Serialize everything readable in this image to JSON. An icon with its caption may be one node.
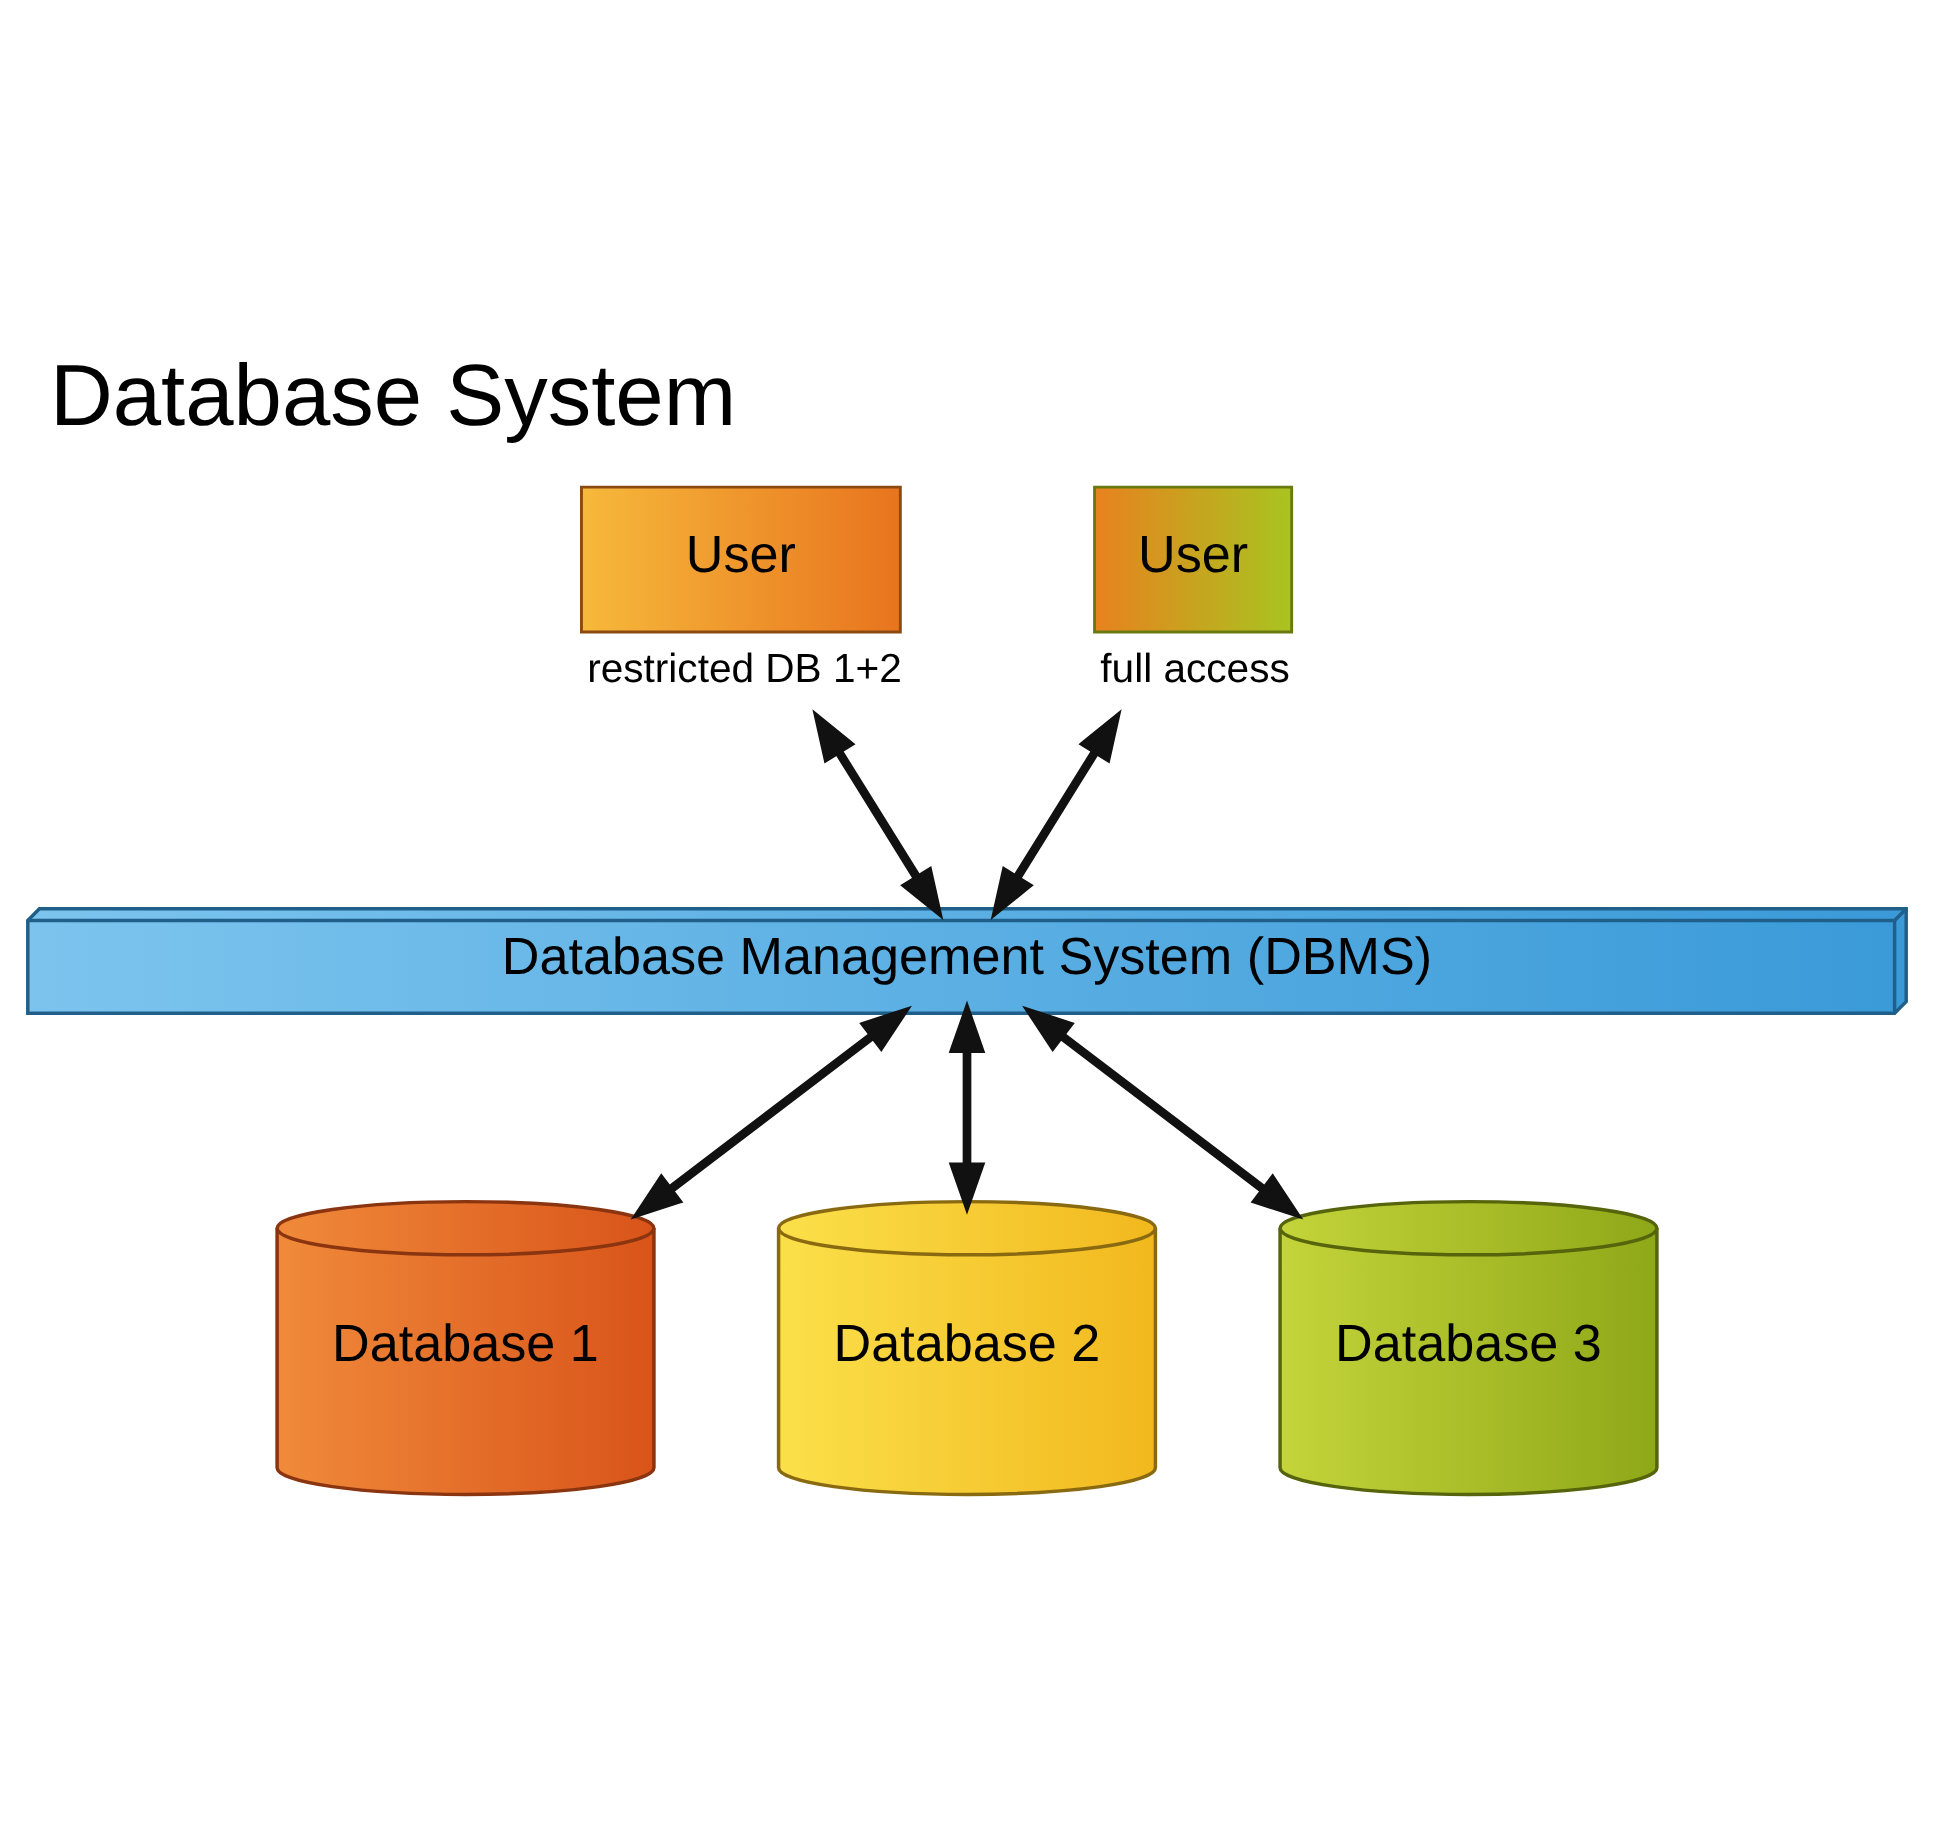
{
  "diagram": {
    "title": "Database System",
    "nodes": [
      {
        "text": [
          "User"
        ],
        "beside": [
          "restricted DB 1+2"
        ]
      },
      {
        "text": [
          "User"
        ],
        "beside": [
          "full access"
        ]
      },
      {
        "text": [
          "Database Management System (DBMS)"
        ]
      },
      {
        "text": [
          "Database 1"
        ]
      },
      {
        "text": [
          "Database 2"
        ]
      },
      {
        "text": [
          "Database 3"
        ]
      }
    ],
    "edges": [
      {
        "from": 0,
        "to": 2,
        "arrow": "both"
      },
      {
        "from": 1,
        "to": 2,
        "arrow": "both"
      },
      {
        "from": 2,
        "to": 3,
        "arrow": "both"
      },
      {
        "from": 2,
        "to": 4,
        "arrow": "both"
      },
      {
        "from": 2,
        "to": 5,
        "arrow": "both"
      }
    ]
  }
}
